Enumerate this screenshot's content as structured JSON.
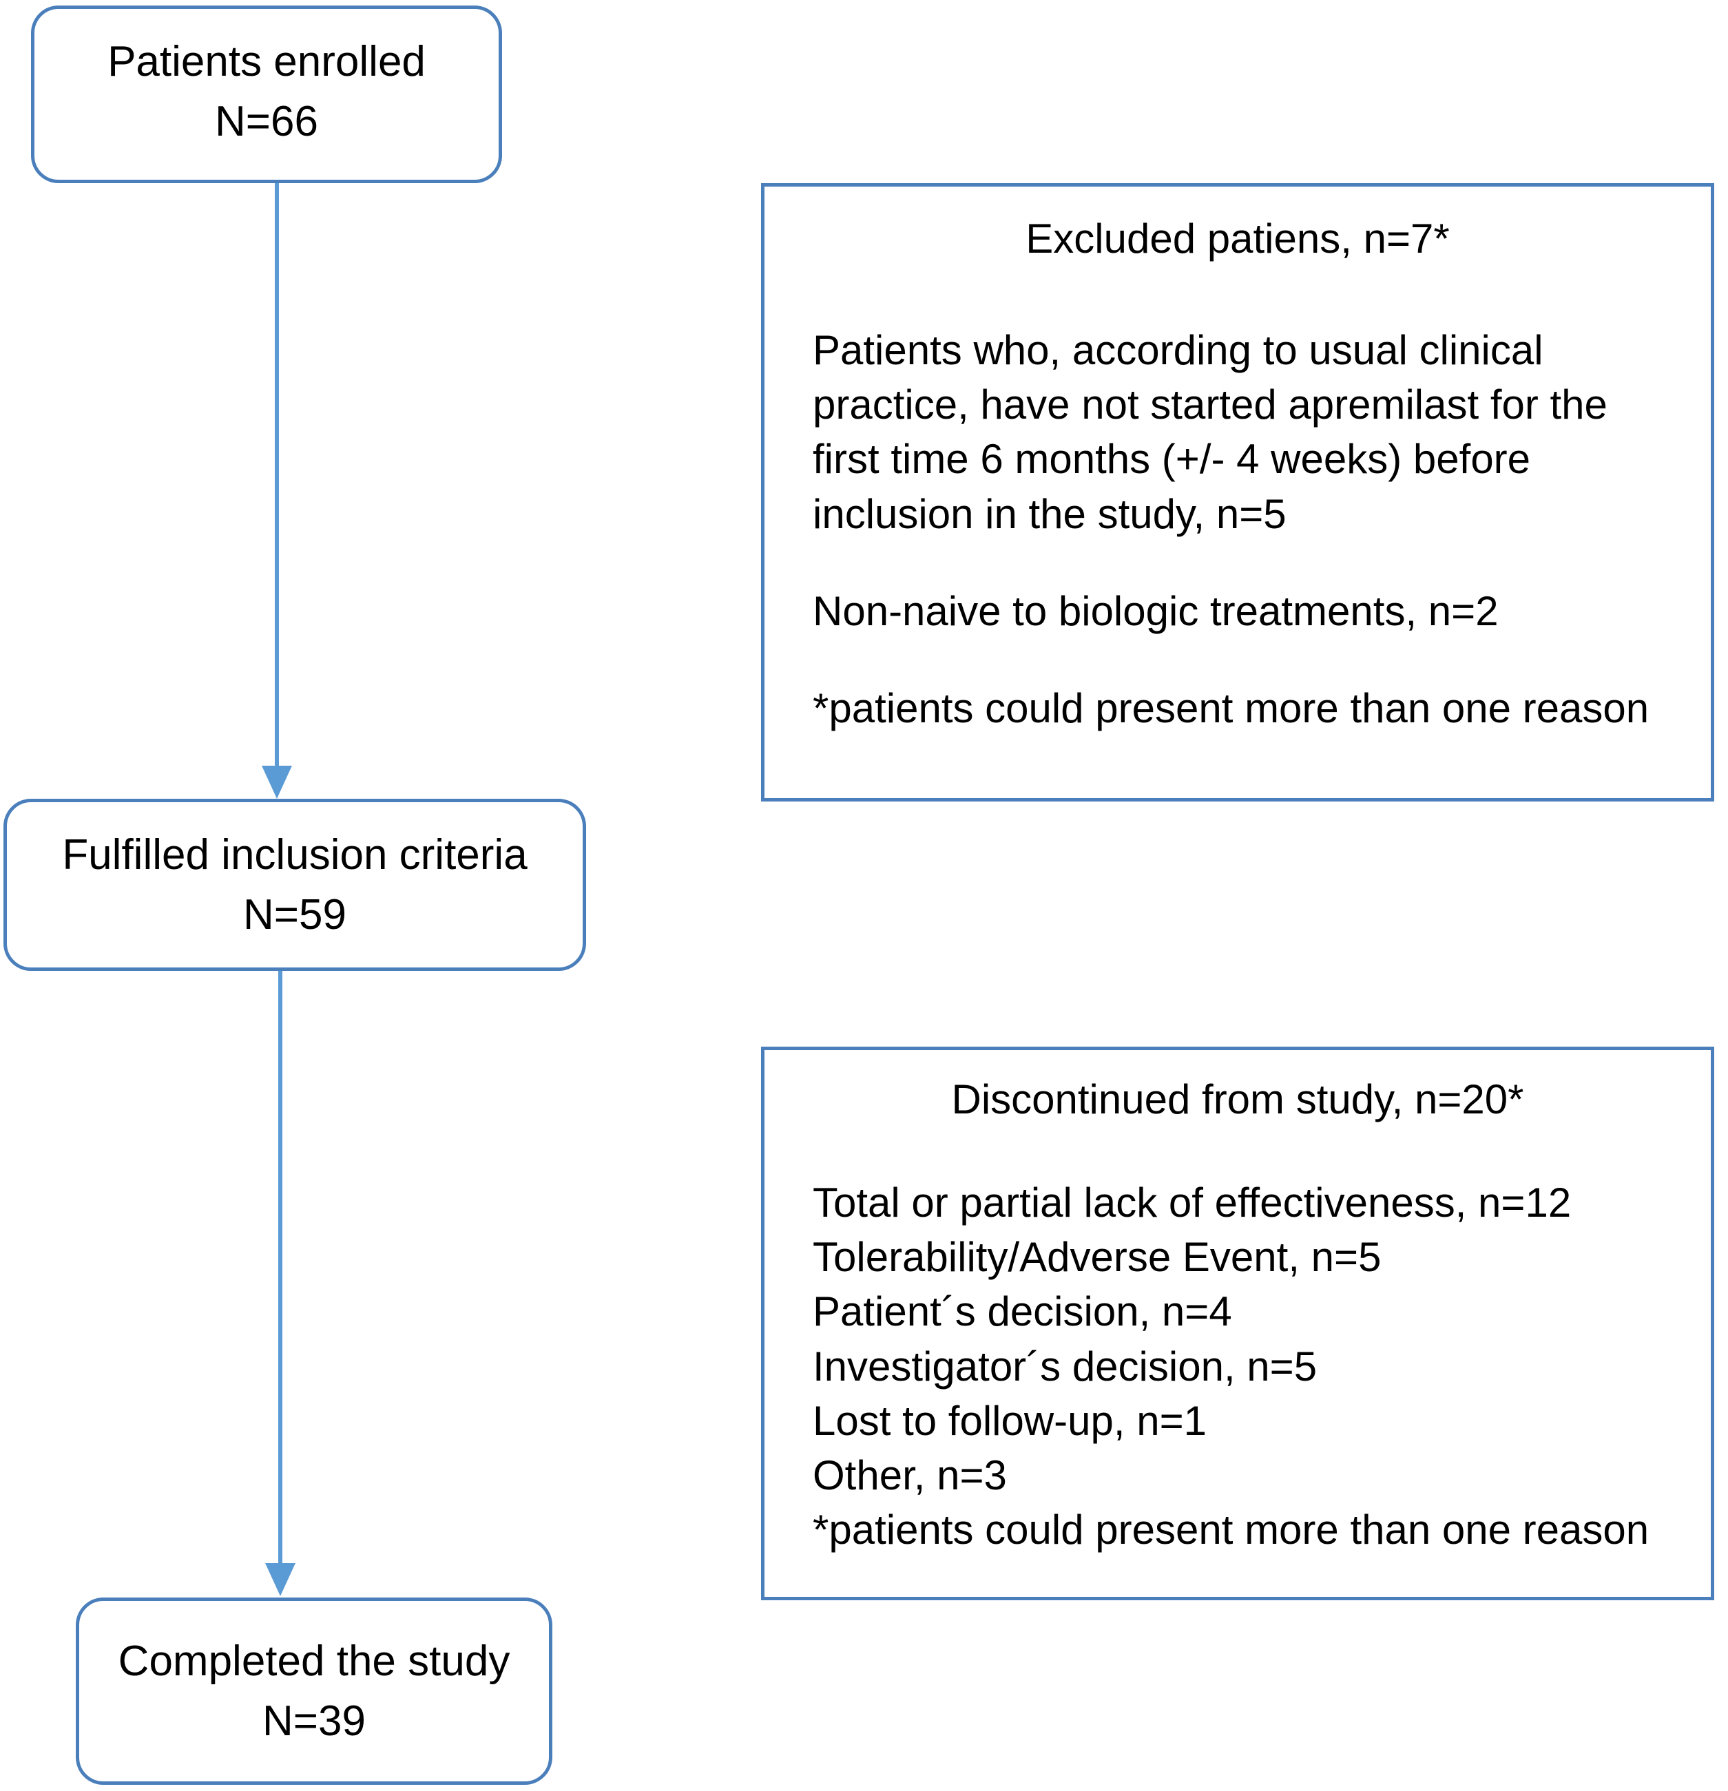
{
  "diagram": {
    "title": "Patient disposition flow diagram",
    "colors": {
      "node_border": "#4a7fbb",
      "panel_border": "#4a7fbb",
      "connector": "#5b9bd5",
      "background": "#ffffff",
      "text": "#000000"
    },
    "nodes": [
      {
        "id": "enrolled",
        "line1": "Patients enrolled",
        "line2": "N=66",
        "count": 66,
        "shape": "rounded-rectangle"
      },
      {
        "id": "fulfilled",
        "line1": "Fulfilled inclusion criteria",
        "line2": "N=59",
        "count": 59,
        "shape": "rounded-rectangle"
      },
      {
        "id": "completed",
        "line1": "Completed the study",
        "line2": "N=39",
        "count": 39,
        "shape": "rounded-rectangle"
      }
    ],
    "panels": {
      "excluded": {
        "title": "Excluded patiens, n=7*",
        "count": 7,
        "paragraph": "Patients who, according to usual clinical practice, have not started apremilast for the first time 6 months (+/- 4 weeks) before inclusion in the study, n=5",
        "reason2": "Non-naive to biologic treatments, n=2",
        "footnote": "*patients could present more than one reason"
      },
      "discontinued": {
        "title": "Discontinued from study, n=20*",
        "count": 20,
        "reasons": [
          "Total or partial lack of effectiveness, n=12",
          "Tolerability/Adverse Event, n=5",
          "Patient´s decision, n=4",
          "Investigator´s decision, n=5",
          "Lost to follow-up, n=1",
          "Other, n=3"
        ],
        "footnote": "*patients could present more than one reason"
      }
    },
    "connectors": [
      {
        "id": "enrolled-to-fulfilled",
        "direction": "down",
        "arrowhead": "filled-triangle"
      },
      {
        "id": "fulfilled-to-completed",
        "direction": "down",
        "arrowhead": "filled-triangle"
      }
    ]
  }
}
